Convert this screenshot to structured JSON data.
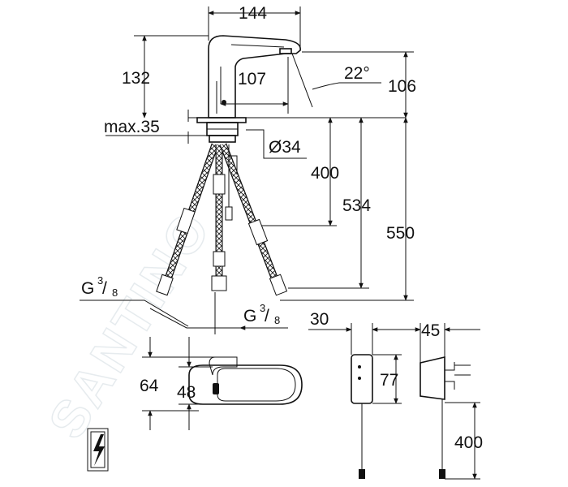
{
  "watermark": "SANTINO",
  "dimensions": {
    "w144": "144",
    "h132": "132",
    "d107": "107",
    "angle": "22°",
    "h106": "106",
    "max35": "max.35",
    "dia34": "Ø34",
    "h400": "400",
    "h534": "534",
    "h550": "550",
    "thread_base": "G",
    "thread_num": "3",
    "thread_den": "8",
    "d30": "30",
    "d45": "45",
    "d77": "77",
    "d64": "64",
    "d48": "48",
    "cable400": "400"
  },
  "icons": {
    "electrical": "lightning-bolt-icon"
  }
}
